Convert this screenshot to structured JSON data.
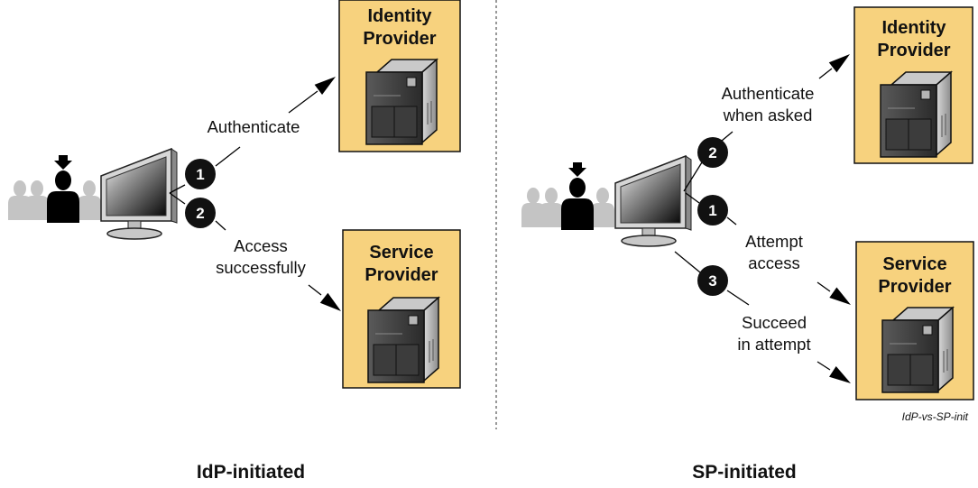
{
  "colors": {
    "provider_box_fill": "#f7d27e",
    "step_badge": "#111111",
    "divider": "#555555"
  },
  "idp_initiated": {
    "caption": "IdP-initiated",
    "identity_provider": [
      "Identity",
      "Provider"
    ],
    "service_provider": [
      "Service",
      "Provider"
    ],
    "step1": "1",
    "step2": "2",
    "authenticate": "Authenticate",
    "access": [
      "Access",
      "successfully"
    ]
  },
  "sp_initiated": {
    "caption": "SP-initiated",
    "identity_provider": [
      "Identity",
      "Provider"
    ],
    "service_provider": [
      "Service",
      "Provider"
    ],
    "step1": "1",
    "step2": "2",
    "step3": "3",
    "authenticate": [
      "Authenticate",
      "when asked"
    ],
    "attempt": [
      "Attempt",
      "access"
    ],
    "succeed": [
      "Succeed",
      "in attempt"
    ]
  },
  "figure_id": "IdP-vs-SP-init",
  "icons": [
    "user-group-icon",
    "monitor-icon",
    "server-icon",
    "arrow-icon"
  ]
}
